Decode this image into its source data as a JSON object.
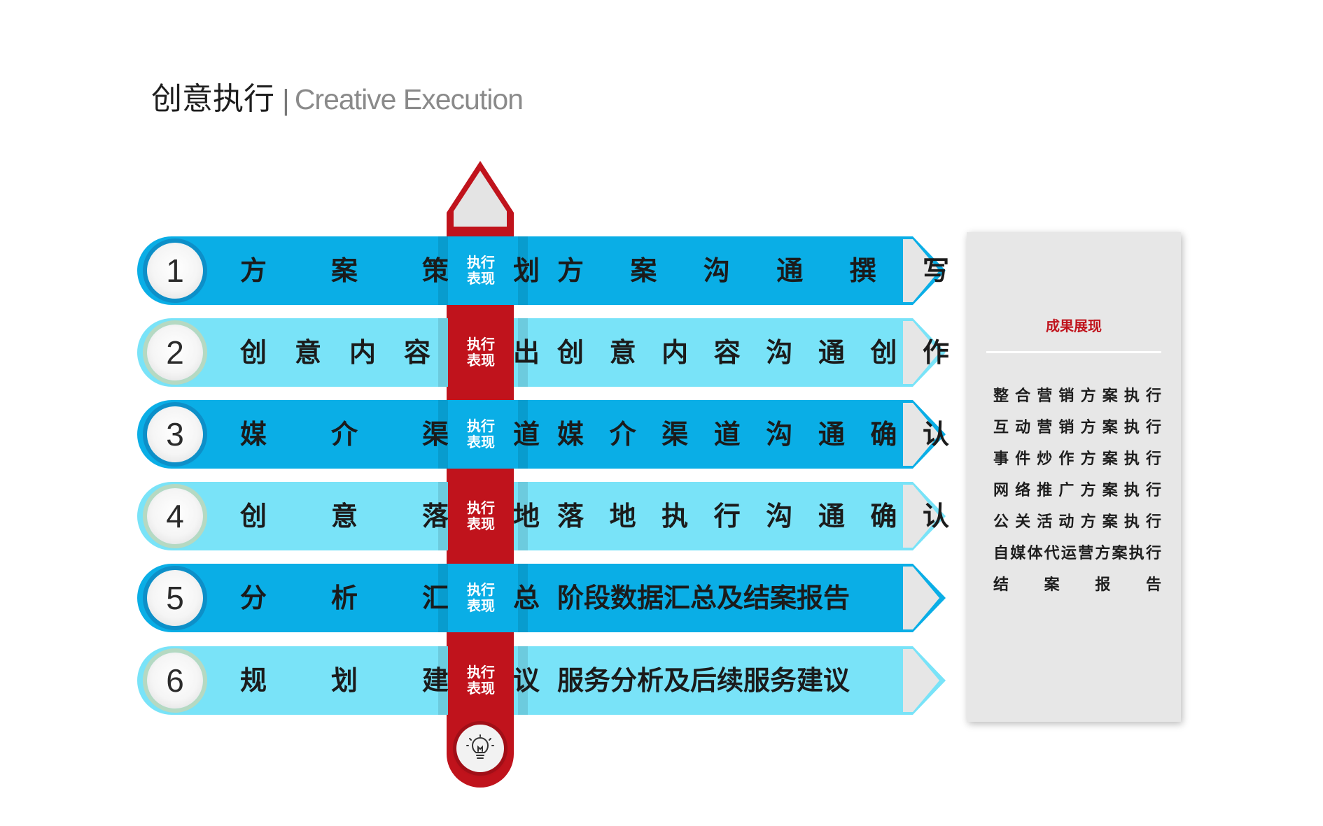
{
  "title": {
    "cn": "创意执行",
    "separator": "|",
    "en": "Creative Execution"
  },
  "exec_label": [
    "执行",
    "表现"
  ],
  "rows": [
    {
      "num": "1",
      "left": "方案策划",
      "right": "方案沟通撰写",
      "tone": "dark"
    },
    {
      "num": "2",
      "left": "创意内容输出",
      "right": "创意内容沟通创作",
      "tone": "light"
    },
    {
      "num": "3",
      "left": "媒介渠道",
      "right": "媒介渠道沟通确认",
      "tone": "dark"
    },
    {
      "num": "4",
      "left": "创意落地",
      "right": "落地执行沟通确认",
      "tone": "light"
    },
    {
      "num": "5",
      "left": "分析汇总",
      "right": "阶段数据汇总及结案报告",
      "tone": "dark"
    },
    {
      "num": "6",
      "left": "规划建议",
      "right": "服务分析及后续服务建议",
      "tone": "light"
    }
  ],
  "panel": {
    "title": "成果展现",
    "items": [
      "整合营销方案执行",
      "互动营销方案执行",
      "事件炒作方案执行",
      "网络推广方案执行",
      "公关活动方案执行",
      "自媒体代运营方案执行",
      "结案报告"
    ]
  },
  "icons": {
    "bottom": "lightbulb-icon"
  },
  "colors": {
    "dark_blue": "#0aaee6",
    "light_blue": "#79e3f8",
    "red": "#c0131c",
    "gray": "#e6e6e6"
  }
}
